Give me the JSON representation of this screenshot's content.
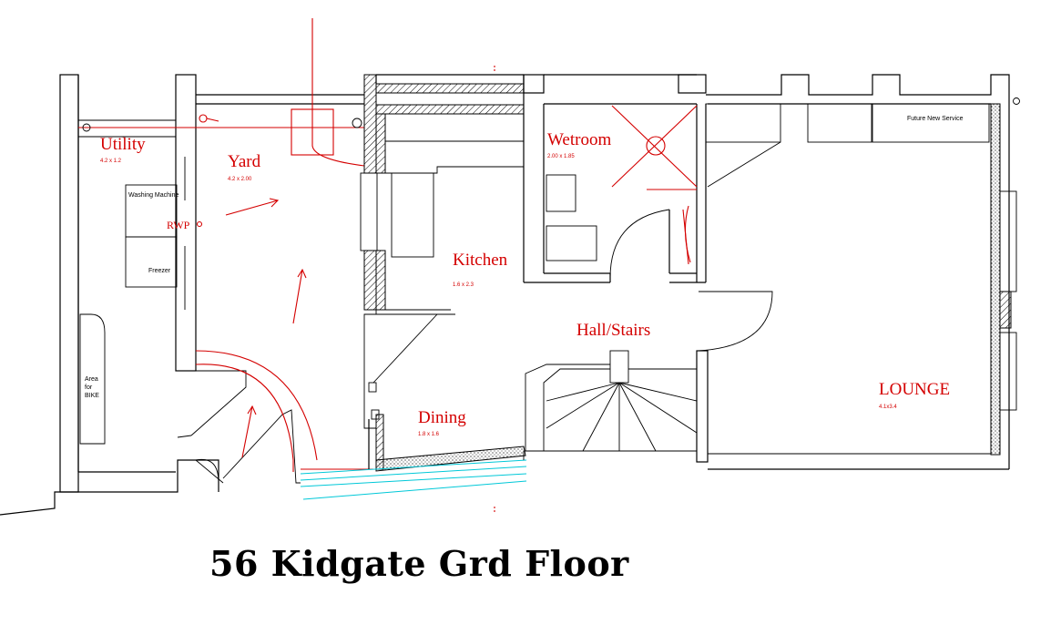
{
  "title": "56 Kidgate Grd Floor",
  "rooms": {
    "utility": {
      "name": "Utility",
      "dims": "4.2 x 1.2"
    },
    "yard": {
      "name": "Yard",
      "dims": "4.2 x 2.00"
    },
    "kitchen": {
      "name": "Kitchen",
      "dims": "1.6 x 2.3"
    },
    "wetroom": {
      "name": "Wetroom",
      "dims": "2.00 x 1.85"
    },
    "hall": {
      "name": "Hall/Stairs"
    },
    "dining": {
      "name": "Dining",
      "dims": "1.8 x 1.6"
    },
    "lounge": {
      "name": "LOUNGE",
      "dims": "4.1x3.4"
    }
  },
  "labels": {
    "washing_machine": "Washing Machine",
    "freezer": "Freezer",
    "bike_line1": "Area",
    "bike_line2": "for",
    "bike_line3": "BIKE",
    "future_service": "Future New Service",
    "rwp": "RWP"
  },
  "colors": {
    "annotation": "#d40000",
    "threshold": "#00c8d8",
    "linework": "#000000"
  }
}
